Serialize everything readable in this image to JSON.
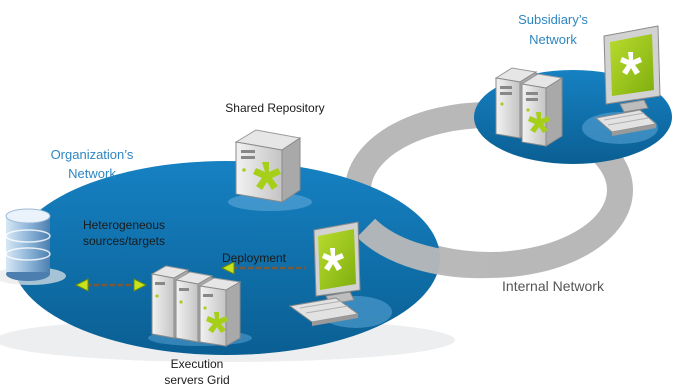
{
  "labels": {
    "subsidiary_line1": "Subsidiary’s",
    "subsidiary_line2": "Network",
    "organization_line1": "Organization’s",
    "organization_line2": "Network",
    "shared_repository": "Shared Repository",
    "hetero_line1": "Heterogeneous",
    "hetero_line2": "sources/targets",
    "deployment": "Deployment",
    "internal_network": "Internal Network",
    "execution_line1": "Execution",
    "execution_line2": "servers Grid"
  },
  "colors": {
    "network_blue": "#0b6fa8",
    "ring_gray": "#b5b5b5",
    "accent_green": "#a6cf1a",
    "server_gray": "#cfcfcf",
    "label_blue": "#2e86c1"
  },
  "icons": [
    "database-icon",
    "server-icon",
    "workstation-icon",
    "double-arrow-icon",
    "left-arrow-icon"
  ]
}
